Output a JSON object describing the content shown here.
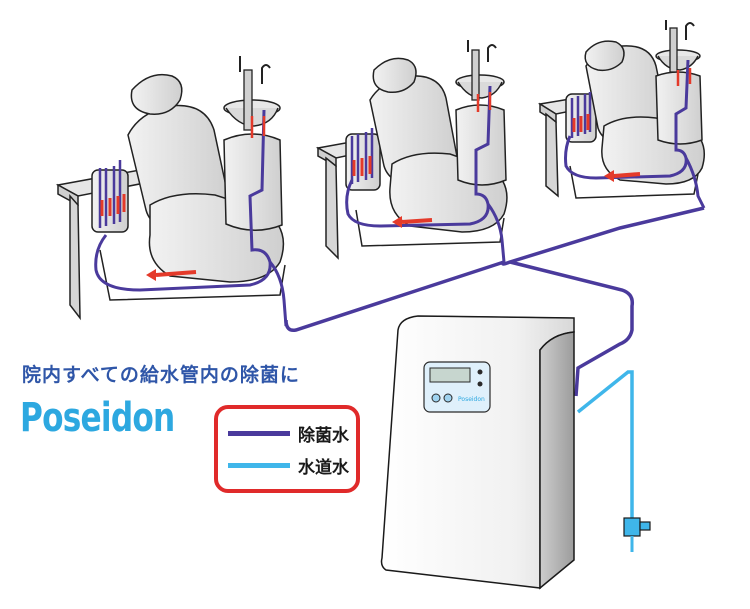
{
  "headline": "院内すべての給水管内の除菌に",
  "brand": "Poseidon",
  "legend": {
    "items": [
      {
        "label": "除菌水",
        "color": "#4a3a9c"
      },
      {
        "label": "水道水",
        "color": "#3fb6ea"
      }
    ]
  },
  "colors": {
    "sterilized_pipe": "#4a3a9c",
    "tap_pipe": "#3fb6ea",
    "flow_arrow": "#e43a2a",
    "outline": "#222222",
    "shading": "#dcdcdc"
  },
  "icons": [
    "dental-chair-icon",
    "water-unit-icon",
    "faucet-icon",
    "control-panel-icon"
  ]
}
